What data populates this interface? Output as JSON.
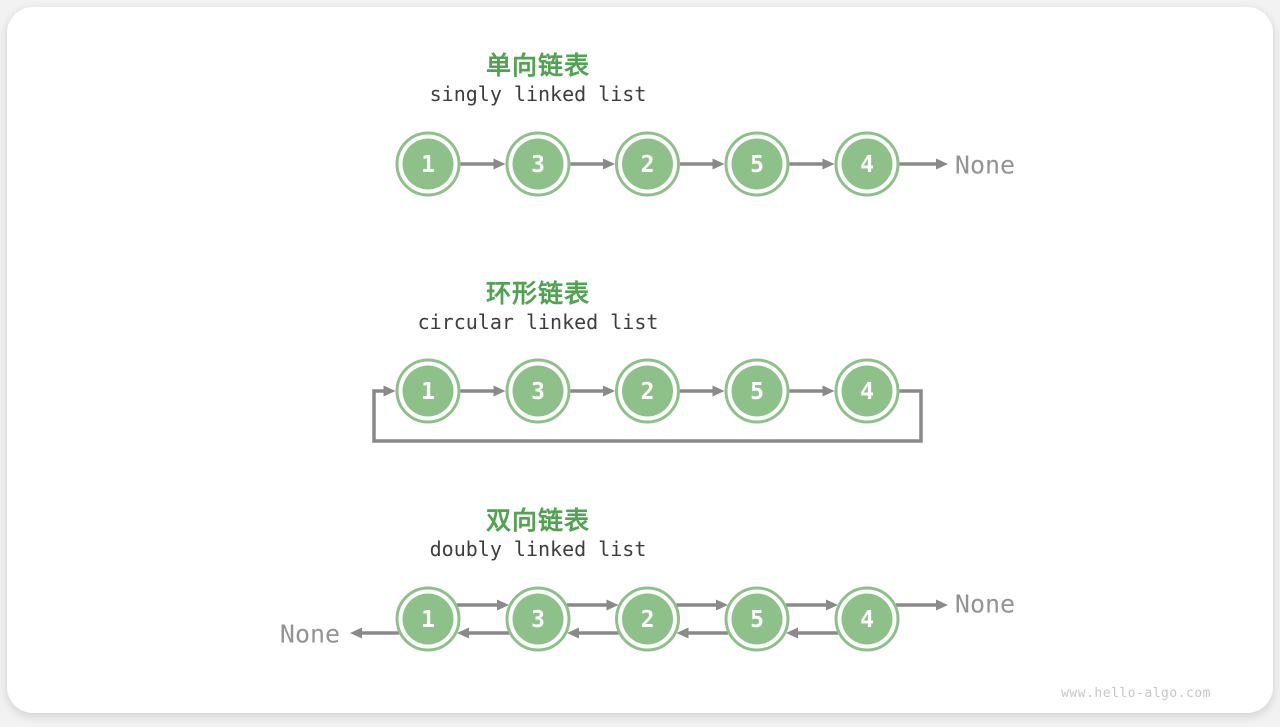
{
  "watermark": "www.hello-algo.com",
  "colors": {
    "title_green": "#51A351",
    "node_green": "#8EC08A",
    "node_text": "#FFFFFF",
    "arrow_gray": "#8A8A8A",
    "subtitle_dark": "#3D3D3D",
    "none_gray": "#939393",
    "watermark_gray": "#C6C6C6",
    "card_bg": "#FFFFFF",
    "page_bg": "#F2F2F2"
  },
  "sections": [
    {
      "type": "singly",
      "title": "单向链表",
      "subtitle": "singly linked list",
      "nodes": [
        "1",
        "3",
        "2",
        "5",
        "4"
      ],
      "tail_label": "None"
    },
    {
      "type": "circular",
      "title": "环形链表",
      "subtitle": "circular linked list",
      "nodes": [
        "1",
        "3",
        "2",
        "5",
        "4"
      ]
    },
    {
      "type": "doubly",
      "title": "双向链表",
      "subtitle": "doubly linked list",
      "nodes": [
        "1",
        "3",
        "2",
        "5",
        "4"
      ],
      "head_label": "None",
      "tail_label": "None"
    }
  ]
}
